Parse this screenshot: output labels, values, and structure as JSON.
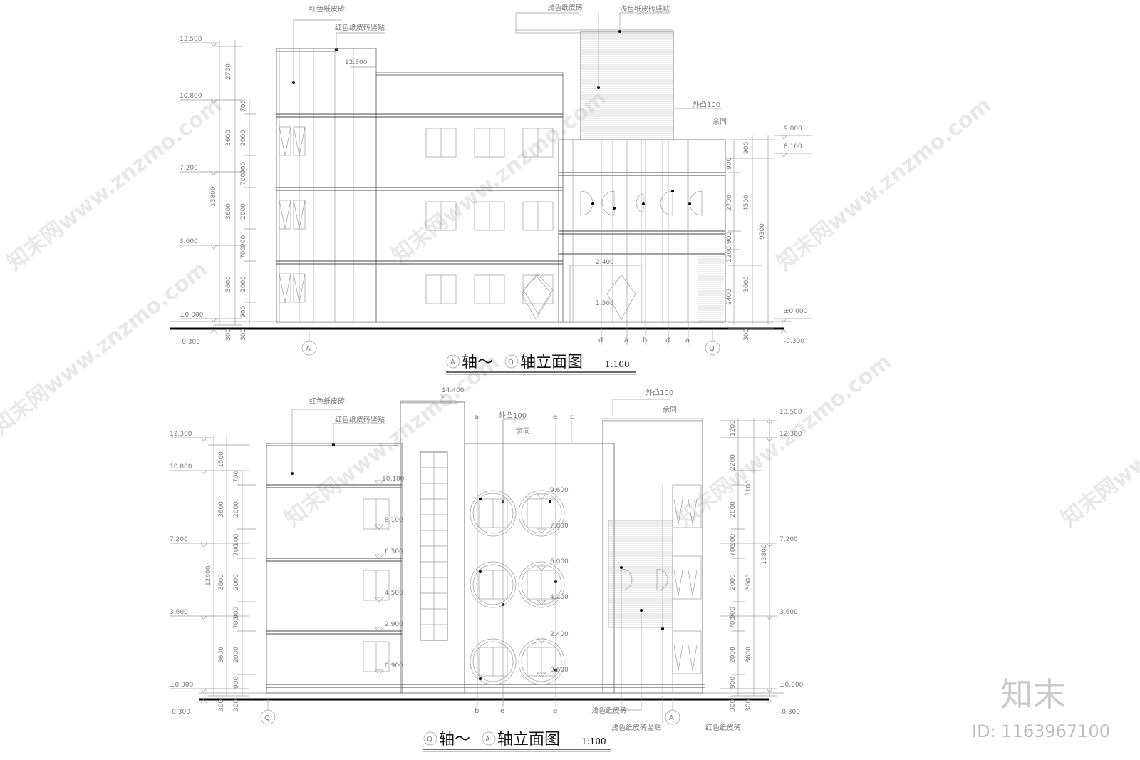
{
  "drawing_top": {
    "title": "轴～",
    "title_end": "轴立面图",
    "axis_start": "A",
    "axis_end": "Q",
    "scale": "1:100",
    "elevations": [
      "13.500",
      "10.800",
      "7.200",
      "3.600",
      "±0.000",
      "-0.300",
      "12.300",
      "9.000",
      "8.100",
      "2.400",
      "1.500",
      "±0.000",
      "-0.300"
    ],
    "material_labels": [
      "红色纸皮砖",
      "红色纸皮砖竖贴",
      "浅色纸皮砖",
      "浅色纸皮砖竖贴",
      "外凸100",
      "余同"
    ],
    "left_dims_outer": [
      "2700",
      "13800",
      "3600",
      "3600",
      "300"
    ],
    "left_dims_inner": [
      "700",
      "2000",
      "900",
      "700",
      "2000",
      "900",
      "700",
      "2000",
      "900",
      "300"
    ],
    "right_dims": [
      "900",
      "900",
      "2700",
      "900",
      "1200",
      "2400",
      "3600",
      "4500",
      "9300",
      "300"
    ],
    "detail_marks": [
      "d",
      "a",
      "b",
      "d",
      "a"
    ]
  },
  "drawing_bottom": {
    "title": "轴～",
    "title_end": "轴立面图",
    "axis_start": "Q",
    "axis_end": "A",
    "scale": "1:100",
    "elevations_left": [
      "12.300",
      "10.800",
      "7.200",
      "3.600",
      "±0.000",
      "-0.300"
    ],
    "elevations_mid": [
      "14.400",
      "10.100",
      "8.100",
      "6.500",
      "4.500",
      "2.900",
      "0.900",
      "9.600",
      "7.800",
      "6.000",
      "4.200",
      "2.400",
      "0.600"
    ],
    "elevations_right": [
      "13.500",
      "12.300",
      "7.200",
      "3.600",
      "±0.000",
      "-0.300"
    ],
    "material_labels": [
      "红色纸皮砖",
      "红色纸皮砖竖贴",
      "外凸100",
      "余同",
      "外凸100",
      "余同",
      "浅色纸皮砖",
      "浅色纸皮砖竖贴",
      "红色纸皮砖"
    ],
    "left_dims_outer": [
      "1500",
      "3600",
      "12600",
      "3600",
      "3600",
      "300"
    ],
    "left_dims_inner": [
      "700",
      "2000",
      "900",
      "700",
      "2000",
      "900",
      "700",
      "2000",
      "900",
      "300"
    ],
    "right_dims_inner": [
      "1200",
      "2200",
      "2000",
      "900",
      "700",
      "2000",
      "900",
      "700",
      "2000",
      "900",
      "300"
    ],
    "right_dims_outer": [
      "5100",
      "13800",
      "3600",
      "3600",
      "300"
    ],
    "detail_marks_top": [
      "a",
      "e",
      "c"
    ],
    "detail_marks_bottom": [
      "b",
      "e",
      "e"
    ]
  },
  "watermark": {
    "text": "知末网www.znzmo.com",
    "brand": "知末",
    "id": "ID: 1163967100"
  }
}
